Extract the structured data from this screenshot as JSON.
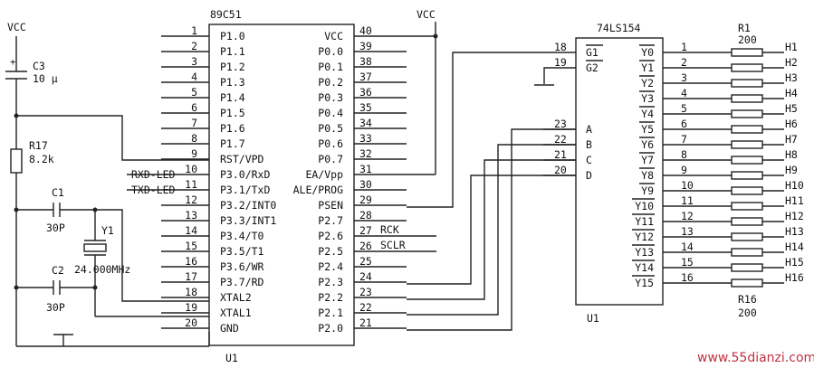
{
  "mcu": {
    "part": "89C51",
    "ref": "U1",
    "left_pins": [
      {
        "num": "1",
        "label": "P1.0",
        "net": ""
      },
      {
        "num": "2",
        "label": "P1.1",
        "net": ""
      },
      {
        "num": "3",
        "label": "P1.2",
        "net": ""
      },
      {
        "num": "4",
        "label": "P1.3",
        "net": ""
      },
      {
        "num": "5",
        "label": "P1.4",
        "net": ""
      },
      {
        "num": "6",
        "label": "P1.5",
        "net": ""
      },
      {
        "num": "7",
        "label": "P1.6",
        "net": ""
      },
      {
        "num": "8",
        "label": "P1.7",
        "net": ""
      },
      {
        "num": "9",
        "label": "RST/VPD",
        "net": ""
      },
      {
        "num": "10",
        "label": "P3.0/RxD",
        "net": "RXD-LED"
      },
      {
        "num": "11",
        "label": "P3.1/TxD",
        "net": "TXD-LED"
      },
      {
        "num": "12",
        "label": "P3.2/INT0",
        "net": ""
      },
      {
        "num": "13",
        "label": "P3.3/INT1",
        "net": ""
      },
      {
        "num": "14",
        "label": "P3.4/T0",
        "net": ""
      },
      {
        "num": "15",
        "label": "P3.5/T1",
        "net": ""
      },
      {
        "num": "16",
        "label": "P3.6/WR",
        "net": ""
      },
      {
        "num": "17",
        "label": "P3.7/RD",
        "net": ""
      },
      {
        "num": "18",
        "label": "XTAL2",
        "net": ""
      },
      {
        "num": "19",
        "label": "XTAL1",
        "net": ""
      },
      {
        "num": "20",
        "label": "GND",
        "net": ""
      }
    ],
    "right_pins": [
      {
        "num": "40",
        "label": "VCC",
        "net": ""
      },
      {
        "num": "39",
        "label": "P0.0",
        "net": ""
      },
      {
        "num": "38",
        "label": "P0.1",
        "net": ""
      },
      {
        "num": "37",
        "label": "P0.2",
        "net": ""
      },
      {
        "num": "36",
        "label": "P0.3",
        "net": ""
      },
      {
        "num": "35",
        "label": "P0.4",
        "net": ""
      },
      {
        "num": "34",
        "label": "P0.5",
        "net": ""
      },
      {
        "num": "33",
        "label": "P0.6",
        "net": ""
      },
      {
        "num": "32",
        "label": "P0.7",
        "net": ""
      },
      {
        "num": "31",
        "label": "EA/Vpp",
        "net": ""
      },
      {
        "num": "30",
        "label": "ALE/PROG",
        "net": ""
      },
      {
        "num": "29",
        "label": "PSEN",
        "net": ""
      },
      {
        "num": "28",
        "label": "P2.7",
        "net": ""
      },
      {
        "num": "27",
        "label": "P2.6",
        "net": "RCK"
      },
      {
        "num": "26",
        "label": "P2.5",
        "net": "SCLR"
      },
      {
        "num": "25",
        "label": "P2.4",
        "net": ""
      },
      {
        "num": "24",
        "label": "P2.3",
        "net": ""
      },
      {
        "num": "23",
        "label": "P2.2",
        "net": ""
      },
      {
        "num": "22",
        "label": "P2.1",
        "net": ""
      },
      {
        "num": "21",
        "label": "P2.0",
        "net": ""
      }
    ]
  },
  "decoder": {
    "part": "74LS154",
    "ref": "U1",
    "left_pins": [
      {
        "num": "18",
        "label": "G1"
      },
      {
        "num": "19",
        "label": "G2"
      },
      {
        "num": "23",
        "label": "A"
      },
      {
        "num": "22",
        "label": "B"
      },
      {
        "num": "21",
        "label": "C"
      },
      {
        "num": "20",
        "label": "D"
      }
    ],
    "outputs": [
      {
        "num": "1",
        "label": "Y0",
        "net": "H1"
      },
      {
        "num": "2",
        "label": "Y1",
        "net": "H2"
      },
      {
        "num": "3",
        "label": "Y2",
        "net": "H3"
      },
      {
        "num": "4",
        "label": "Y3",
        "net": "H4"
      },
      {
        "num": "5",
        "label": "Y4",
        "net": "H5"
      },
      {
        "num": "6",
        "label": "Y5",
        "net": "H6"
      },
      {
        "num": "7",
        "label": "Y6",
        "net": "H7"
      },
      {
        "num": "8",
        "label": "Y7",
        "net": "H8"
      },
      {
        "num": "9",
        "label": "Y8",
        "net": "H9"
      },
      {
        "num": "10",
        "label": "Y9",
        "net": "H10"
      },
      {
        "num": "11",
        "label": "Y10",
        "net": "H11"
      },
      {
        "num": "12",
        "label": "Y11",
        "net": "H12"
      },
      {
        "num": "13",
        "label": "Y12",
        "net": "H13"
      },
      {
        "num": "14",
        "label": "Y13",
        "net": "H14"
      },
      {
        "num": "15",
        "label": "Y14",
        "net": "H15"
      },
      {
        "num": "16",
        "label": "Y15",
        "net": "H16"
      }
    ]
  },
  "resistors": {
    "top_ref": "R1",
    "top_value": "200",
    "bottom_ref": "R16",
    "bottom_value": "200"
  },
  "power": {
    "vcc_left": "VCC",
    "vcc_mid": "VCC"
  },
  "parts": {
    "c3_ref": "C3",
    "c3_value": "10 µ",
    "c3_plus": "+",
    "r17_ref": "R17",
    "r17_value": "8.2k",
    "c1_ref": "C1",
    "c1_value": "30P",
    "c2_ref": "C2",
    "c2_value": "30P",
    "y1_ref": "Y1",
    "y1_value": "24.000MHz"
  },
  "watermark": "www.55dianzi.com"
}
